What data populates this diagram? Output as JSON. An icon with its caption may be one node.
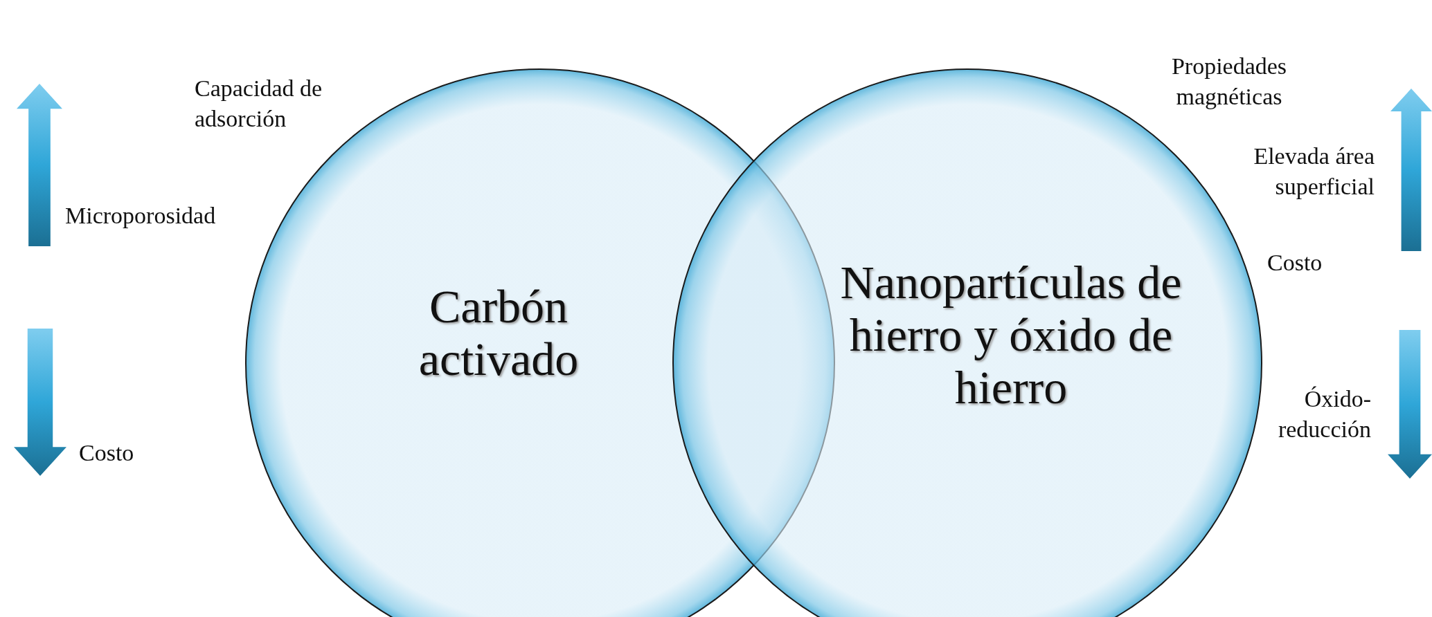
{
  "diagram": {
    "nodes": [
      {
        "text": [
          "Carbón activado"
        ]
      },
      {
        "text": [
          "Nanopartículas de hierro y óxido de hierro"
        ]
      }
    ],
    "labels": [
      "Capacidad de adsorción",
      "Microporosidad",
      "Costo",
      "Propiedades magnéticas",
      "Elevada área superficial",
      "Costo",
      "Óxido-reducción"
    ]
  }
}
